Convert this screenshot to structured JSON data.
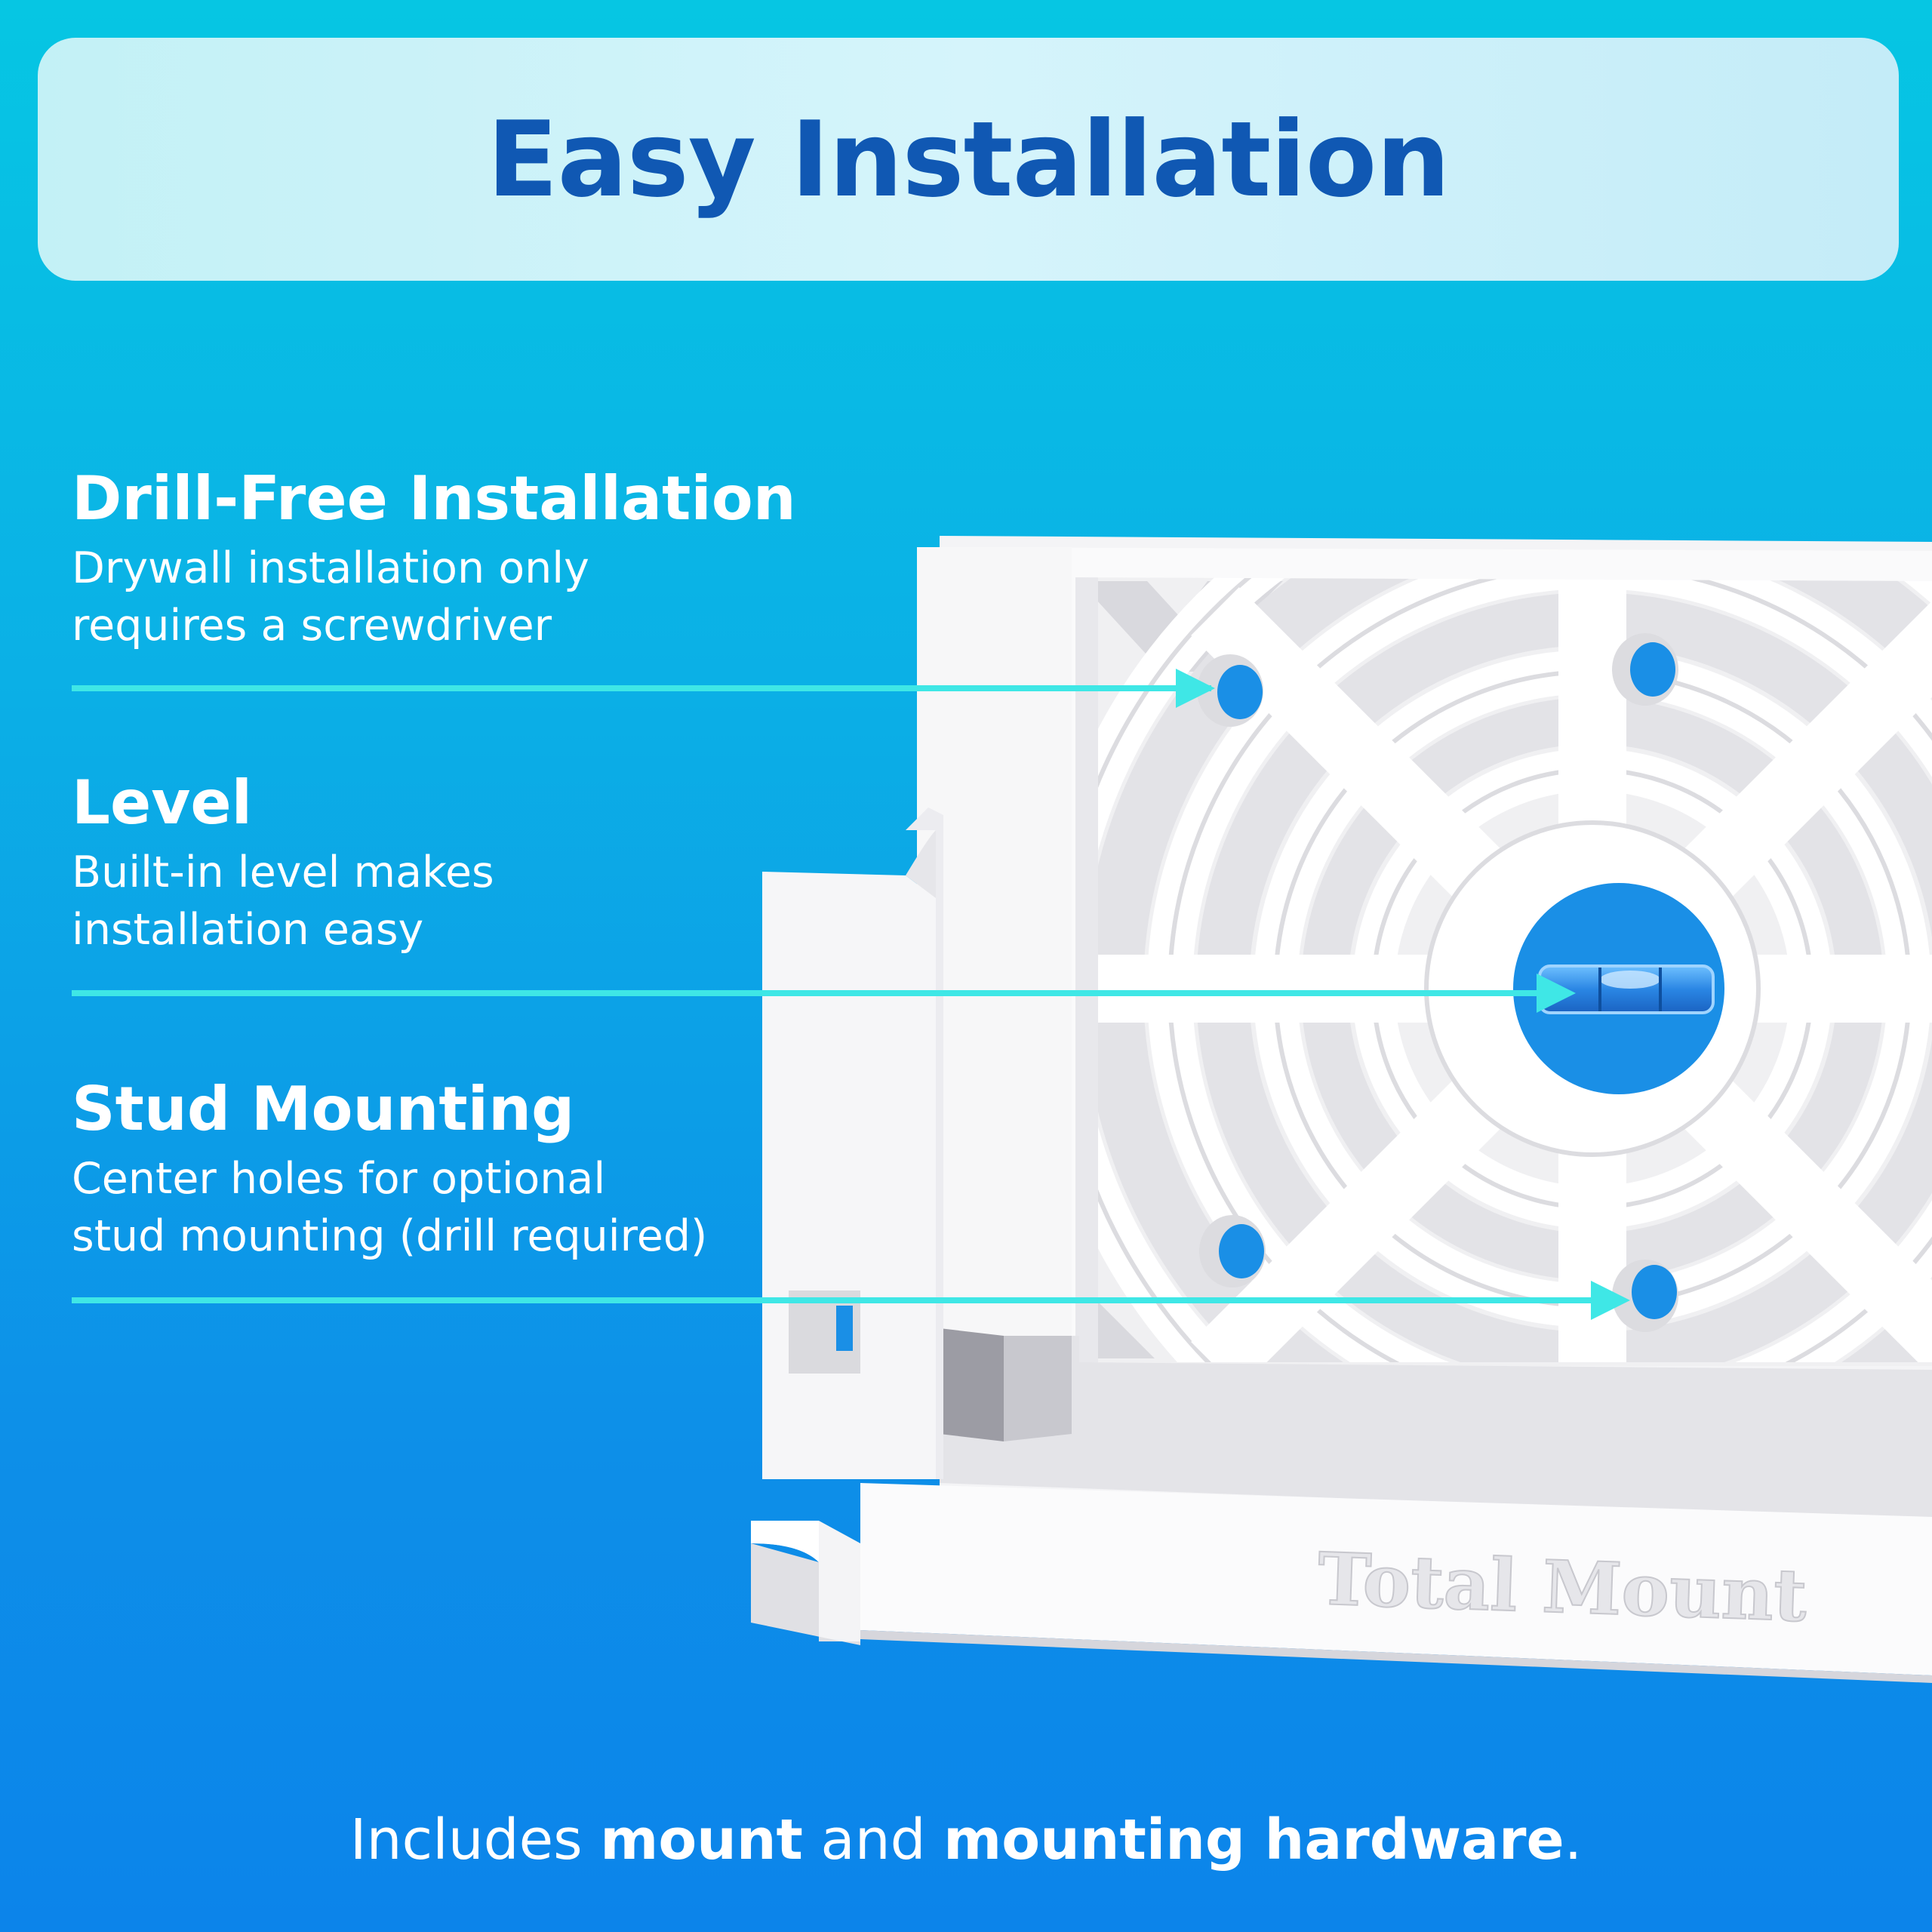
{
  "header": {
    "title": "Easy Installation"
  },
  "features": [
    {
      "title": "Drill-Free Installation",
      "desc_line1": "Drywall installation only",
      "desc_line2": "requires a screwdriver"
    },
    {
      "title": "Level",
      "desc_line1": "Built-in level makes",
      "desc_line2": "installation easy"
    },
    {
      "title": "Stud Mounting",
      "desc_line1": "Center holes for optional",
      "desc_line2": "stud mounting (drill required)"
    }
  ],
  "product": {
    "brand_text": "Total Mount"
  },
  "footer": {
    "part1": "Includes ",
    "bold1": "mount",
    "part2": " and ",
    "bold2": "mounting hardware",
    "part3": "."
  },
  "colors": {
    "accent_line": "#3fe7e6",
    "title_blue": "#1058b3",
    "hole_blue": "#1a8fe6"
  }
}
